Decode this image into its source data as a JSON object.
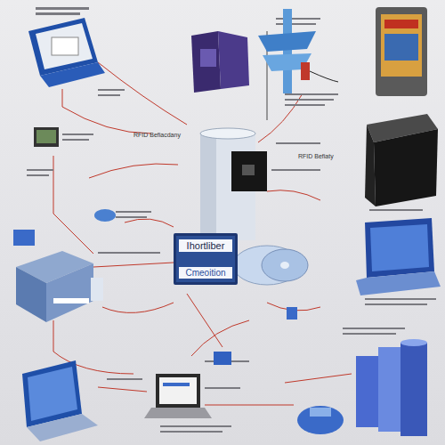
{
  "diagram": {
    "nodes": [
      {
        "text": [
          "Ihortliber",
          "Cmeoition"
        ]
      }
    ],
    "labels": [
      "RFID Befiacdany",
      "RFID Befiaty"
    ]
  }
}
